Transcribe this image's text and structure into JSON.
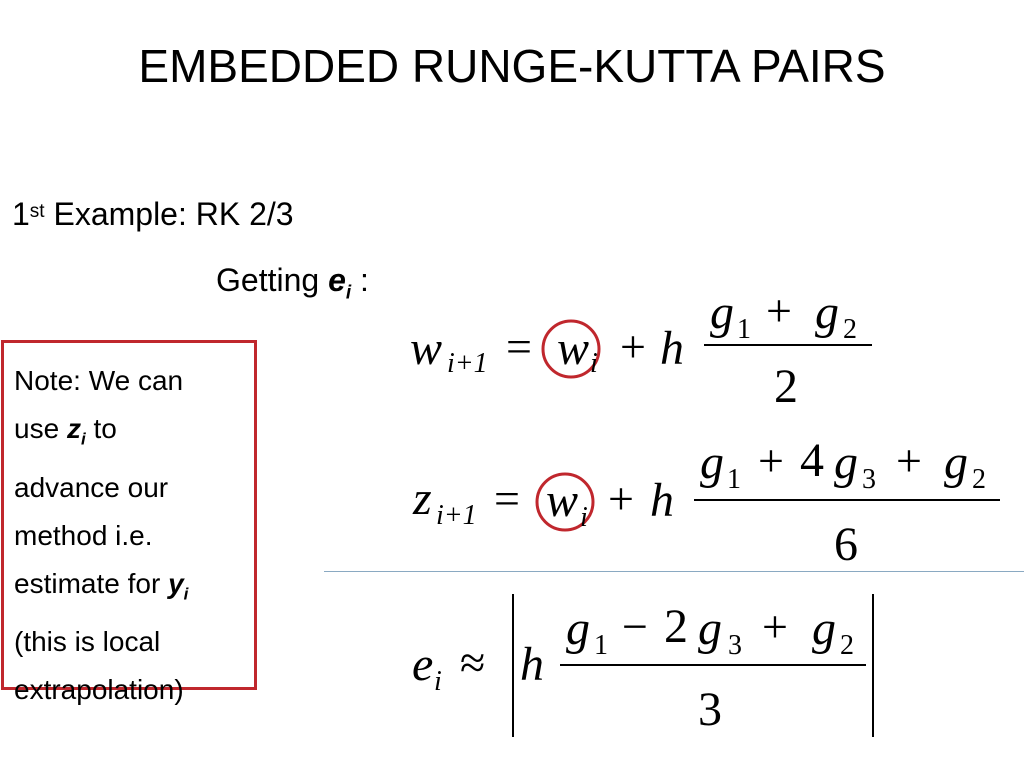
{
  "slide": {
    "title": "EMBEDDED RUNGE-KUTTA PAIRS",
    "example_prefix": "1",
    "example_sup": "st",
    "example_rest": " Example:  RK 2/3",
    "getting_prefix": "Getting ",
    "getting_symbol": "e",
    "getting_sub": "i",
    "getting_suffix": " :"
  },
  "note": {
    "line1": "Note: We can",
    "line2_a": "use  ",
    "line2_sym": "z",
    "line2_sub": "i",
    "line2_b": "  to",
    "line3": "advance our",
    "line4": "method i.e.",
    "line5_a": "estimate for ",
    "line5_sym": "y",
    "line5_sub": "i",
    "line6": "(this is local",
    "line7": "extrapolation)",
    "border_color": "#c0272d"
  },
  "equations": {
    "eq1": {
      "lhs": "w",
      "lhs_sub": "i+1",
      "eq": "=",
      "w": "w",
      "w_sub": "i",
      "plus": "+",
      "h": "h",
      "num_g1": "g",
      "num_g1_sub": "1",
      "num_plus": "+",
      "num_g2": "g",
      "num_g2_sub": "2",
      "den": "2"
    },
    "eq2": {
      "lhs": "z",
      "lhs_sub": "i+1",
      "eq": "=",
      "w": "w",
      "w_sub": "i",
      "plus": "+",
      "h": "h",
      "num_g1": "g",
      "num_g1_sub": "1",
      "num_plus1": "+",
      "num_coef": "4",
      "num_g3": "g",
      "num_g3_sub": "3",
      "num_plus2": "+",
      "num_g2": "g",
      "num_g2_sub": "2",
      "den": "6"
    },
    "eq3": {
      "lhs": "e",
      "lhs_sub": "i",
      "approx": "≈",
      "h": "h",
      "num_g1": "g",
      "num_g1_sub": "1",
      "num_minus": "−",
      "num_coef": "2",
      "num_g3": "g",
      "num_g3_sub": "3",
      "num_plus": "+",
      "num_g2": "g",
      "num_g2_sub": "2",
      "den": "3"
    },
    "circle_color": "#c0272d"
  }
}
